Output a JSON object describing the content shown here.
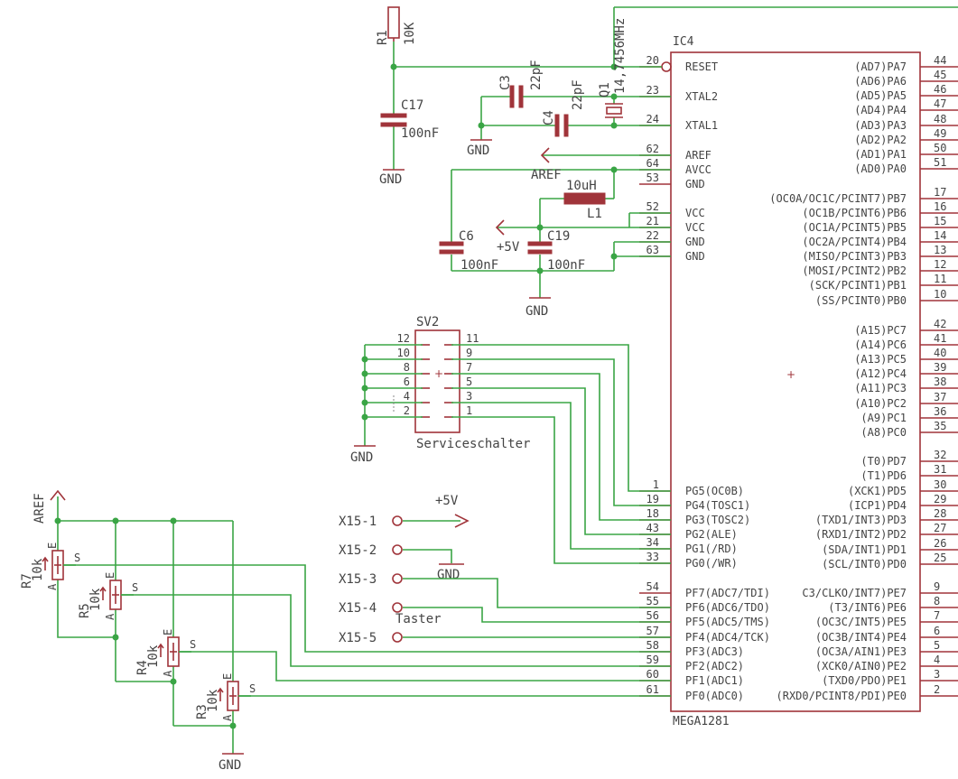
{
  "ic": {
    "ref": "IC4",
    "value": "MEGA1281",
    "left_pins": [
      {
        "num": "20",
        "name": "RESET"
      },
      {
        "num": "23",
        "name": "XTAL2"
      },
      {
        "num": "24",
        "name": "XTAL1"
      },
      {
        "num": "62",
        "name": "AREF"
      },
      {
        "num": "64",
        "name": "AVCC"
      },
      {
        "num": "53",
        "name": "GND"
      },
      {
        "num": "52",
        "name": "VCC"
      },
      {
        "num": "21",
        "name": "VCC"
      },
      {
        "num": "22",
        "name": "GND"
      },
      {
        "num": "63",
        "name": "GND"
      },
      {
        "num": "1",
        "name": "PG5(OC0B)"
      },
      {
        "num": "19",
        "name": "PG4(TOSC1)"
      },
      {
        "num": "18",
        "name": "PG3(TOSC2)"
      },
      {
        "num": "43",
        "name": "PG2(ALE)"
      },
      {
        "num": "34",
        "name": "PG1(/RD)"
      },
      {
        "num": "33",
        "name": "PG0(/WR)"
      },
      {
        "num": "54",
        "name": "PF7(ADC7/TDI)"
      },
      {
        "num": "55",
        "name": "PF6(ADC6/TDO)"
      },
      {
        "num": "56",
        "name": "PF5(ADC5/TMS)"
      },
      {
        "num": "57",
        "name": "PF4(ADC4/TCK)"
      },
      {
        "num": "58",
        "name": "PF3(ADC3)"
      },
      {
        "num": "59",
        "name": "PF2(ADC2)"
      },
      {
        "num": "60",
        "name": "PF1(ADC1)"
      },
      {
        "num": "61",
        "name": "PF0(ADC0)"
      }
    ],
    "right_pins": [
      {
        "num": "44",
        "name": "(AD7)PA7"
      },
      {
        "num": "45",
        "name": "(AD6)PA6"
      },
      {
        "num": "46",
        "name": "(AD5)PA5"
      },
      {
        "num": "47",
        "name": "(AD4)PA4"
      },
      {
        "num": "48",
        "name": "(AD3)PA3"
      },
      {
        "num": "49",
        "name": "(AD2)PA2"
      },
      {
        "num": "50",
        "name": "(AD1)PA1"
      },
      {
        "num": "51",
        "name": "(AD0)PA0"
      },
      {
        "num": "17",
        "name": "(OC0A/OC1C/PCINT7)PB7"
      },
      {
        "num": "16",
        "name": "(OC1B/PCINT6)PB6"
      },
      {
        "num": "15",
        "name": "(OC1A/PCINT5)PB5"
      },
      {
        "num": "14",
        "name": "(OC2A/PCINT4)PB4"
      },
      {
        "num": "13",
        "name": "(MISO/PCINT3)PB3"
      },
      {
        "num": "12",
        "name": "(MOSI/PCINT2)PB2"
      },
      {
        "num": "11",
        "name": "(SCK/PCINT1)PB1"
      },
      {
        "num": "10",
        "name": "(SS/PCINT0)PB0"
      },
      {
        "num": "42",
        "name": "(A15)PC7"
      },
      {
        "num": "41",
        "name": "(A14)PC6"
      },
      {
        "num": "40",
        "name": "(A13)PC5"
      },
      {
        "num": "39",
        "name": "(A12)PC4"
      },
      {
        "num": "38",
        "name": "(A11)PC3"
      },
      {
        "num": "37",
        "name": "(A10)PC2"
      },
      {
        "num": "36",
        "name": "(A9)PC1"
      },
      {
        "num": "35",
        "name": "(A8)PC0"
      },
      {
        "num": "32",
        "name": "(T0)PD7"
      },
      {
        "num": "31",
        "name": "(T1)PD6"
      },
      {
        "num": "30",
        "name": "(XCK1)PD5"
      },
      {
        "num": "29",
        "name": "(ICP1)PD4"
      },
      {
        "num": "28",
        "name": "(TXD1/INT3)PD3"
      },
      {
        "num": "27",
        "name": "(RXD1/INT2)PD2"
      },
      {
        "num": "26",
        "name": "(SDA/INT1)PD1"
      },
      {
        "num": "25",
        "name": "(SCL/INT0)PD0"
      },
      {
        "num": "9",
        "name": "C3/CLKO/INT7)PE7"
      },
      {
        "num": "8",
        "name": "(T3/INT6)PE6"
      },
      {
        "num": "7",
        "name": "(OC3C/INT5)PE5"
      },
      {
        "num": "6",
        "name": "(OC3B/INT4)PE4"
      },
      {
        "num": "5",
        "name": "(OC3A/AIN1)PE3"
      },
      {
        "num": "4",
        "name": "(XCK0/AIN0)PE2"
      },
      {
        "num": "3",
        "name": "(TXD0/PDO)PE1"
      },
      {
        "num": "2",
        "name": "(RXD0/PCINT8/PDI)PE0"
      }
    ]
  },
  "parts": {
    "r1": {
      "ref": "R1",
      "value": "10K"
    },
    "c17": {
      "ref": "C17",
      "value": "100nF"
    },
    "c3": {
      "ref": "C3",
      "value": "22pF"
    },
    "c4": {
      "ref": "C4",
      "value": "22pF"
    },
    "q1": {
      "ref": "Q1",
      "value": "14,7456MHz"
    },
    "c6": {
      "ref": "C6",
      "value": "100nF"
    },
    "c19": {
      "ref": "C19",
      "value": "100nF"
    },
    "l1": {
      "ref": "L1",
      "value": "10uH"
    },
    "r7": {
      "ref": "R7",
      "value": "10k"
    },
    "r5": {
      "ref": "R5",
      "value": "10k"
    },
    "r4": {
      "ref": "R4",
      "value": "10k"
    },
    "r3": {
      "ref": "R3",
      "value": "10k"
    }
  },
  "supplies": {
    "gnd": "GND",
    "aref": "AREF",
    "v5": "+5V"
  },
  "pot_labels": {
    "s": "S",
    "a": "A",
    "e": "E"
  },
  "sv2": {
    "ref": "SV2",
    "value": "Serviceschalter",
    "left_pins": [
      "12",
      "10",
      "8",
      "6",
      "4",
      "2"
    ],
    "right_pins": [
      "11",
      "9",
      "7",
      "5",
      "3",
      "1"
    ]
  },
  "x15": {
    "pins": [
      "X15-1",
      "X15-2",
      "X15-3",
      "X15-4",
      "X15-5"
    ],
    "taster": "Taster"
  }
}
